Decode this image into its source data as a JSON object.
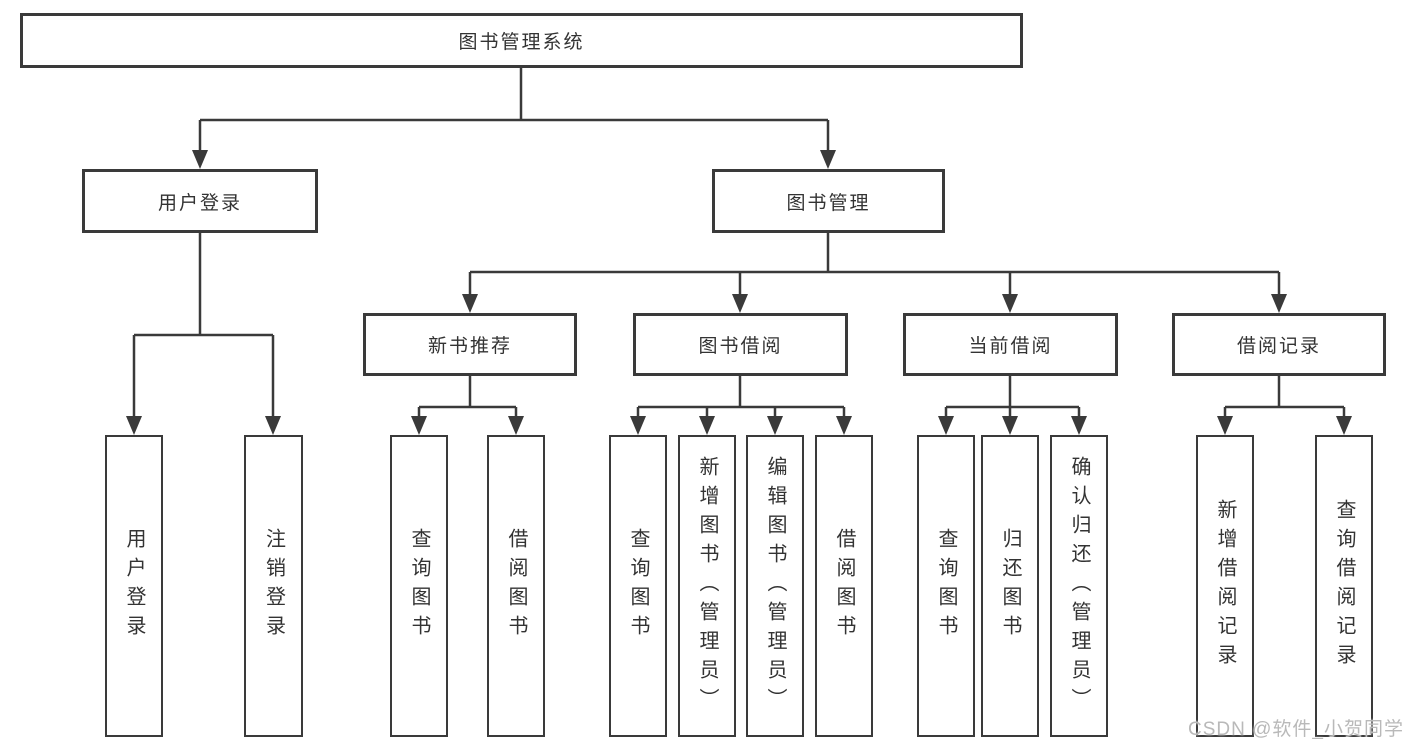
{
  "diagram": {
    "root": {
      "label": "图书管理系统"
    },
    "level2": [
      {
        "label": "用户登录",
        "children": [
          {
            "label": "用户登录"
          },
          {
            "label": "注销登录"
          }
        ]
      },
      {
        "label": "图书管理",
        "children": [
          {
            "label": "新书推荐",
            "children": [
              {
                "label": "查询图书"
              },
              {
                "label": "借阅图书"
              }
            ]
          },
          {
            "label": "图书借阅",
            "children": [
              {
                "label": "查询图书"
              },
              {
                "label": "新增图书（管理员）"
              },
              {
                "label": "编辑图书（管理员）"
              },
              {
                "label": "借阅图书"
              }
            ]
          },
          {
            "label": "当前借阅",
            "children": [
              {
                "label": "查询图书"
              },
              {
                "label": "归还图书"
              },
              {
                "label": "确认归还（管理员）"
              }
            ]
          },
          {
            "label": "借阅记录",
            "children": [
              {
                "label": "新增借阅记录"
              },
              {
                "label": "查询借阅记录"
              }
            ]
          }
        ]
      }
    ]
  },
  "watermark": {
    "text": "CSDN @软件_小贺同学"
  },
  "colors": {
    "line": "#3a3a3a",
    "text": "#333333",
    "watermark": "#b9b9b9",
    "background": "#ffffff"
  }
}
